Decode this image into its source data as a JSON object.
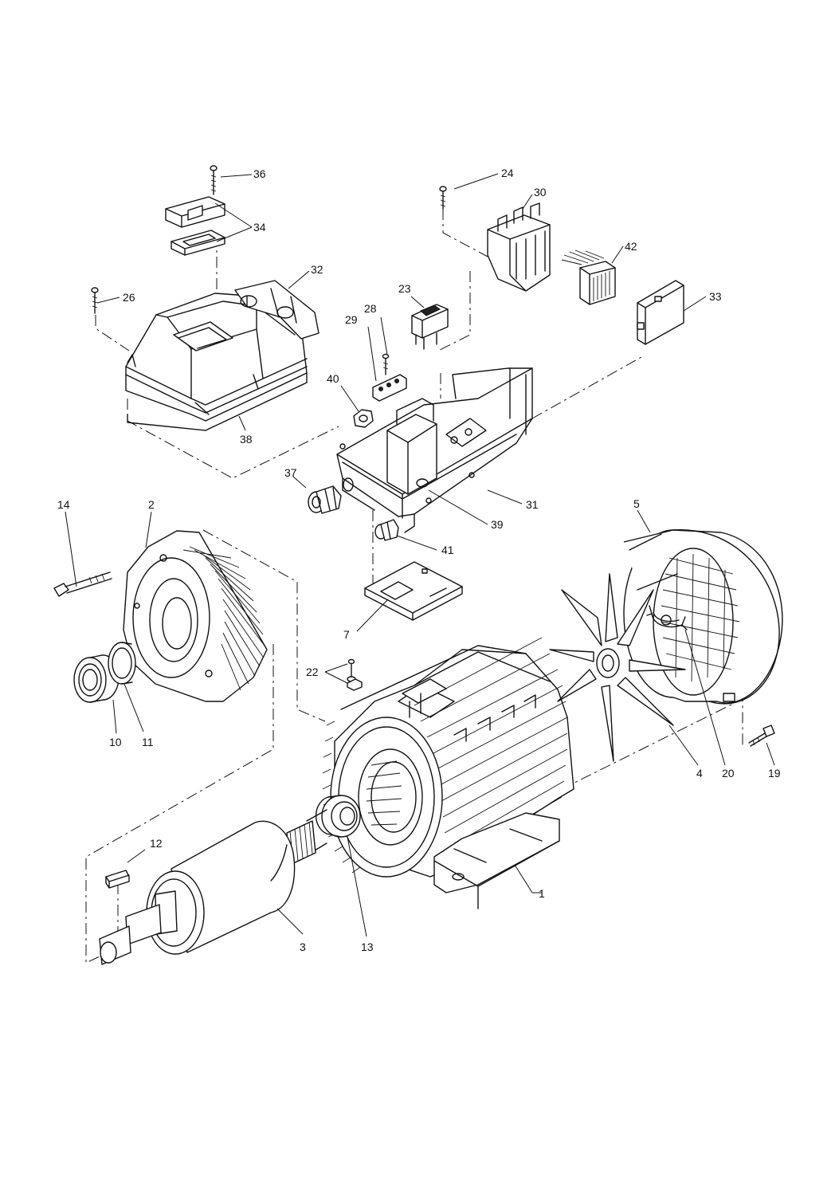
{
  "callouts": [
    {
      "id": "c36",
      "label": "36"
    },
    {
      "id": "c34",
      "label": "34"
    },
    {
      "id": "c32",
      "label": "32"
    },
    {
      "id": "c26",
      "label": "26"
    },
    {
      "id": "c38",
      "label": "38"
    },
    {
      "id": "c24",
      "label": "24"
    },
    {
      "id": "c30",
      "label": "30"
    },
    {
      "id": "c42",
      "label": "42"
    },
    {
      "id": "c33",
      "label": "33"
    },
    {
      "id": "c23",
      "label": "23"
    },
    {
      "id": "c28",
      "label": "28"
    },
    {
      "id": "c29",
      "label": "29"
    },
    {
      "id": "c40",
      "label": "40"
    },
    {
      "id": "c37",
      "label": "37"
    },
    {
      "id": "c31",
      "label": "31"
    },
    {
      "id": "c39",
      "label": "39"
    },
    {
      "id": "c41",
      "label": "41"
    },
    {
      "id": "c14",
      "label": "14"
    },
    {
      "id": "c2",
      "label": "2"
    },
    {
      "id": "c5",
      "label": "5"
    },
    {
      "id": "c7",
      "label": "7"
    },
    {
      "id": "c22",
      "label": "22"
    },
    {
      "id": "c10",
      "label": "10"
    },
    {
      "id": "c11",
      "label": "11"
    },
    {
      "id": "c4",
      "label": "4"
    },
    {
      "id": "c20",
      "label": "20"
    },
    {
      "id": "c19",
      "label": "19"
    },
    {
      "id": "c12",
      "label": "12"
    },
    {
      "id": "c1",
      "label": "1"
    },
    {
      "id": "c3",
      "label": "3"
    },
    {
      "id": "c13",
      "label": "13"
    }
  ]
}
